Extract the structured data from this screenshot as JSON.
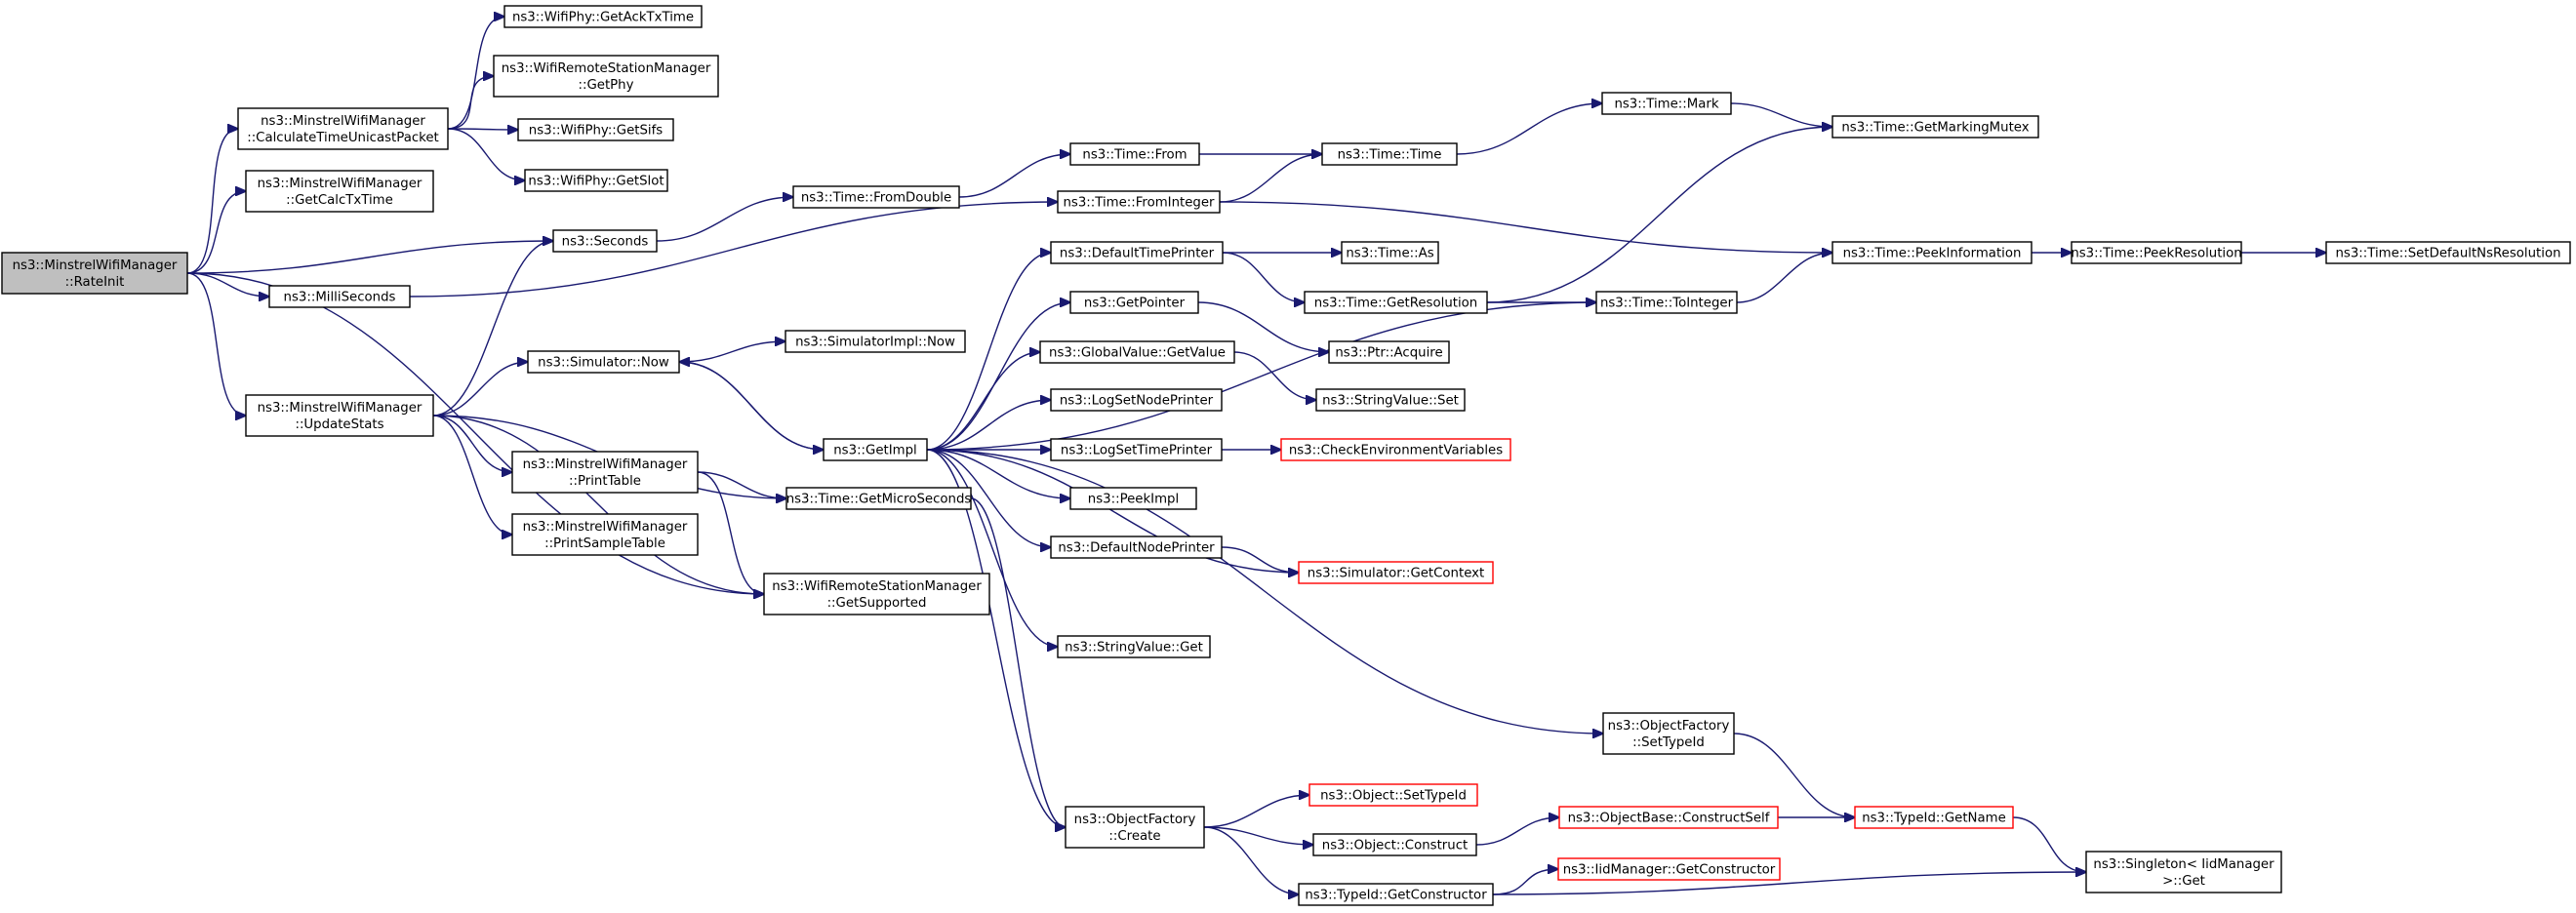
{
  "colors": {
    "edge": "#191970",
    "node_border": "#000000",
    "node_border_truncated": "#ff0000",
    "root_fill": "#bfbfbf",
    "node_fill": "#ffffff"
  },
  "nodes": [
    {
      "id": "rateinit",
      "lines": [
        "ns3::MinstrelWifiManager",
        "::RateInit"
      ],
      "style": "root"
    },
    {
      "id": "calctu",
      "lines": [
        "ns3::MinstrelWifiManager",
        "::CalculateTimeUnicastPacket"
      ]
    },
    {
      "id": "getcalctx",
      "lines": [
        "ns3::MinstrelWifiManager",
        "::GetCalcTxTime"
      ]
    },
    {
      "id": "seconds",
      "lines": [
        "ns3::Seconds"
      ]
    },
    {
      "id": "milli",
      "lines": [
        "ns3::MilliSeconds"
      ]
    },
    {
      "id": "update",
      "lines": [
        "ns3::MinstrelWifiManager",
        "::UpdateStats"
      ]
    },
    {
      "id": "acktx",
      "lines": [
        "ns3::WifiPhy::GetAckTxTime"
      ]
    },
    {
      "id": "getphy",
      "lines": [
        "ns3::WifiRemoteStationManager",
        "::GetPhy"
      ]
    },
    {
      "id": "getsifs",
      "lines": [
        "ns3::WifiPhy::GetSifs"
      ]
    },
    {
      "id": "getslot",
      "lines": [
        "ns3::WifiPhy::GetSlot"
      ]
    },
    {
      "id": "fromdouble",
      "lines": [
        "ns3::Time::FromDouble"
      ]
    },
    {
      "id": "fromint",
      "lines": [
        "ns3::Time::FromInteger"
      ]
    },
    {
      "id": "simnow",
      "lines": [
        "ns3::Simulator::Now"
      ]
    },
    {
      "id": "simimplnow",
      "lines": [
        "ns3::SimulatorImpl::Now"
      ]
    },
    {
      "id": "getimpl",
      "lines": [
        "ns3::GetImpl"
      ]
    },
    {
      "id": "printtable",
      "lines": [
        "ns3::MinstrelWifiManager",
        "::PrintTable"
      ]
    },
    {
      "id": "printsample",
      "lines": [
        "ns3::MinstrelWifiManager",
        "::PrintSampleTable"
      ]
    },
    {
      "id": "getmicro",
      "lines": [
        "ns3::Time::GetMicroSeconds"
      ]
    },
    {
      "id": "getsupported",
      "lines": [
        "ns3::WifiRemoteStationManager",
        "::GetSupported"
      ]
    },
    {
      "id": "timefrom",
      "lines": [
        "ns3::Time::From"
      ]
    },
    {
      "id": "timetime",
      "lines": [
        "ns3::Time::Time"
      ]
    },
    {
      "id": "timemark",
      "lines": [
        "ns3::Time::Mark"
      ]
    },
    {
      "id": "markmutex",
      "lines": [
        "ns3::Time::GetMarkingMutex"
      ]
    },
    {
      "id": "deftp",
      "lines": [
        "ns3::DefaultTimePrinter"
      ]
    },
    {
      "id": "timeas",
      "lines": [
        "ns3::Time::As"
      ]
    },
    {
      "id": "getres",
      "lines": [
        "ns3::Time::GetResolution"
      ]
    },
    {
      "id": "getptr",
      "lines": [
        "ns3::GetPointer"
      ]
    },
    {
      "id": "ptracq",
      "lines": [
        "ns3::Ptr::Acquire"
      ]
    },
    {
      "id": "gvget",
      "lines": [
        "ns3::GlobalValue::GetValue"
      ]
    },
    {
      "id": "svset",
      "lines": [
        "ns3::StringValue::Set"
      ]
    },
    {
      "id": "logsnp",
      "lines": [
        "ns3::LogSetNodePrinter"
      ]
    },
    {
      "id": "logstp",
      "lines": [
        "ns3::LogSetTimePrinter"
      ]
    },
    {
      "id": "checkenv",
      "lines": [
        "ns3::CheckEnvironmentVariables"
      ],
      "style": "red"
    },
    {
      "id": "peekimpl",
      "lines": [
        "ns3::PeekImpl"
      ]
    },
    {
      "id": "defnp",
      "lines": [
        "ns3::DefaultNodePrinter"
      ]
    },
    {
      "id": "simctx",
      "lines": [
        "ns3::Simulator::GetContext"
      ],
      "style": "red"
    },
    {
      "id": "svget",
      "lines": [
        "ns3::StringValue::Get"
      ]
    },
    {
      "id": "peekinfo",
      "lines": [
        "ns3::Time::PeekInformation"
      ]
    },
    {
      "id": "peekres",
      "lines": [
        "ns3::Time::PeekResolution"
      ]
    },
    {
      "id": "setdefns",
      "lines": [
        "ns3::Time::SetDefaultNsResolution"
      ]
    },
    {
      "id": "toint",
      "lines": [
        "ns3::Time::ToInteger"
      ]
    },
    {
      "id": "ofsettid",
      "lines": [
        "ns3::ObjectFactory",
        "::SetTypeId"
      ]
    },
    {
      "id": "ofcreate",
      "lines": [
        "ns3::ObjectFactory",
        "::Create"
      ]
    },
    {
      "id": "objsettid",
      "lines": [
        "ns3::Object::SetTypeId"
      ],
      "style": "red"
    },
    {
      "id": "objconstruct",
      "lines": [
        "ns3::Object::Construct"
      ]
    },
    {
      "id": "tidgetctor",
      "lines": [
        "ns3::TypeId::GetConstructor"
      ]
    },
    {
      "id": "objbasecs",
      "lines": [
        "ns3::ObjectBase::ConstructSelf"
      ],
      "style": "red"
    },
    {
      "id": "iidgetctor",
      "lines": [
        "ns3::IidManager::GetConstructor"
      ],
      "style": "red"
    },
    {
      "id": "tidgetname",
      "lines": [
        "ns3::TypeId::GetName"
      ],
      "style": "red"
    },
    {
      "id": "singleton",
      "lines": [
        "ns3::Singleton< IidManager",
        " >::Get"
      ]
    }
  ],
  "edges": [
    [
      "rateinit",
      "calctu"
    ],
    [
      "rateinit",
      "getcalctx"
    ],
    [
      "rateinit",
      "seconds"
    ],
    [
      "rateinit",
      "milli"
    ],
    [
      "rateinit",
      "update"
    ],
    [
      "rateinit",
      "getsupported"
    ],
    [
      "calctu",
      "acktx"
    ],
    [
      "calctu",
      "getphy"
    ],
    [
      "calctu",
      "getsifs"
    ],
    [
      "calctu",
      "getslot"
    ],
    [
      "seconds",
      "fromdouble"
    ],
    [
      "milli",
      "fromint"
    ],
    [
      "update",
      "seconds"
    ],
    [
      "update",
      "simnow"
    ],
    [
      "update",
      "getmicro"
    ],
    [
      "update",
      "printtable"
    ],
    [
      "update",
      "printsample"
    ],
    [
      "update",
      "getsupported"
    ],
    [
      "simnow",
      "simimplnow"
    ],
    [
      "simnow",
      "getimpl"
    ],
    [
      "printtable",
      "getmicro"
    ],
    [
      "printtable",
      "getsupported"
    ],
    [
      "getmicro",
      "ofcreate"
    ],
    [
      "fromdouble",
      "timefrom"
    ],
    [
      "timefrom",
      "timetime"
    ],
    [
      "fromint",
      "timetime"
    ],
    [
      "fromint",
      "peekinfo"
    ],
    [
      "timetime",
      "timemark"
    ],
    [
      "timemark",
      "markmutex"
    ],
    [
      "getimpl",
      "simnow"
    ],
    [
      "getimpl",
      "deftp"
    ],
    [
      "getimpl",
      "getptr"
    ],
    [
      "getimpl",
      "gvget"
    ],
    [
      "getimpl",
      "logsnp"
    ],
    [
      "getimpl",
      "logstp"
    ],
    [
      "getimpl",
      "peekimpl"
    ],
    [
      "getimpl",
      "defnp"
    ],
    [
      "getimpl",
      "simctx"
    ],
    [
      "getimpl",
      "svget"
    ],
    [
      "getimpl",
      "toint"
    ],
    [
      "getimpl",
      "ofsettid"
    ],
    [
      "getimpl",
      "ofcreate"
    ],
    [
      "deftp",
      "timeas"
    ],
    [
      "deftp",
      "getres"
    ],
    [
      "getres",
      "markmutex"
    ],
    [
      "getres",
      "toint"
    ],
    [
      "getptr",
      "ptracq"
    ],
    [
      "gvget",
      "svset"
    ],
    [
      "logstp",
      "checkenv"
    ],
    [
      "defnp",
      "simctx"
    ],
    [
      "toint",
      "peekinfo"
    ],
    [
      "peekinfo",
      "peekres"
    ],
    [
      "peekres",
      "setdefns"
    ],
    [
      "ofsettid",
      "tidgetname"
    ],
    [
      "ofcreate",
      "objsettid"
    ],
    [
      "ofcreate",
      "objconstruct"
    ],
    [
      "ofcreate",
      "tidgetctor"
    ],
    [
      "objconstruct",
      "objbasecs"
    ],
    [
      "objbasecs",
      "tidgetname"
    ],
    [
      "tidgetctor",
      "iidgetctor"
    ],
    [
      "tidgetctor",
      "singleton"
    ],
    [
      "tidgetname",
      "singleton"
    ]
  ]
}
